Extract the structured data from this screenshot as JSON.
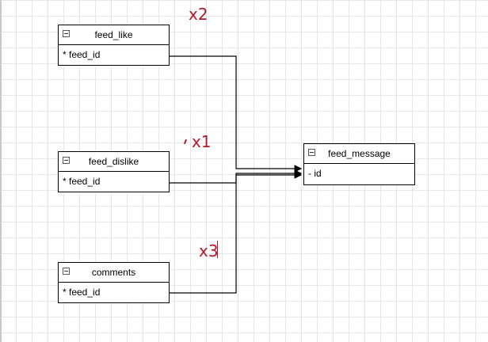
{
  "entities": {
    "feed_like": {
      "title": "feed_like",
      "field": "* feed_id"
    },
    "feed_dislike": {
      "title": "feed_dislike",
      "field": "* feed_id"
    },
    "comments": {
      "title": "comments",
      "field": "* feed_id"
    },
    "feed_message": {
      "title": "feed_message",
      "field": "- id"
    }
  },
  "annotations": {
    "feed_like_count": "x2",
    "feed_dislike_count": "x1",
    "comments_count": "x3"
  },
  "colors": {
    "annotation": "#b2182b",
    "line": "#000000",
    "grid": "#e6e6e6"
  },
  "icons": {
    "collapse": "collapse-icon",
    "arrow": "arrow-head"
  }
}
